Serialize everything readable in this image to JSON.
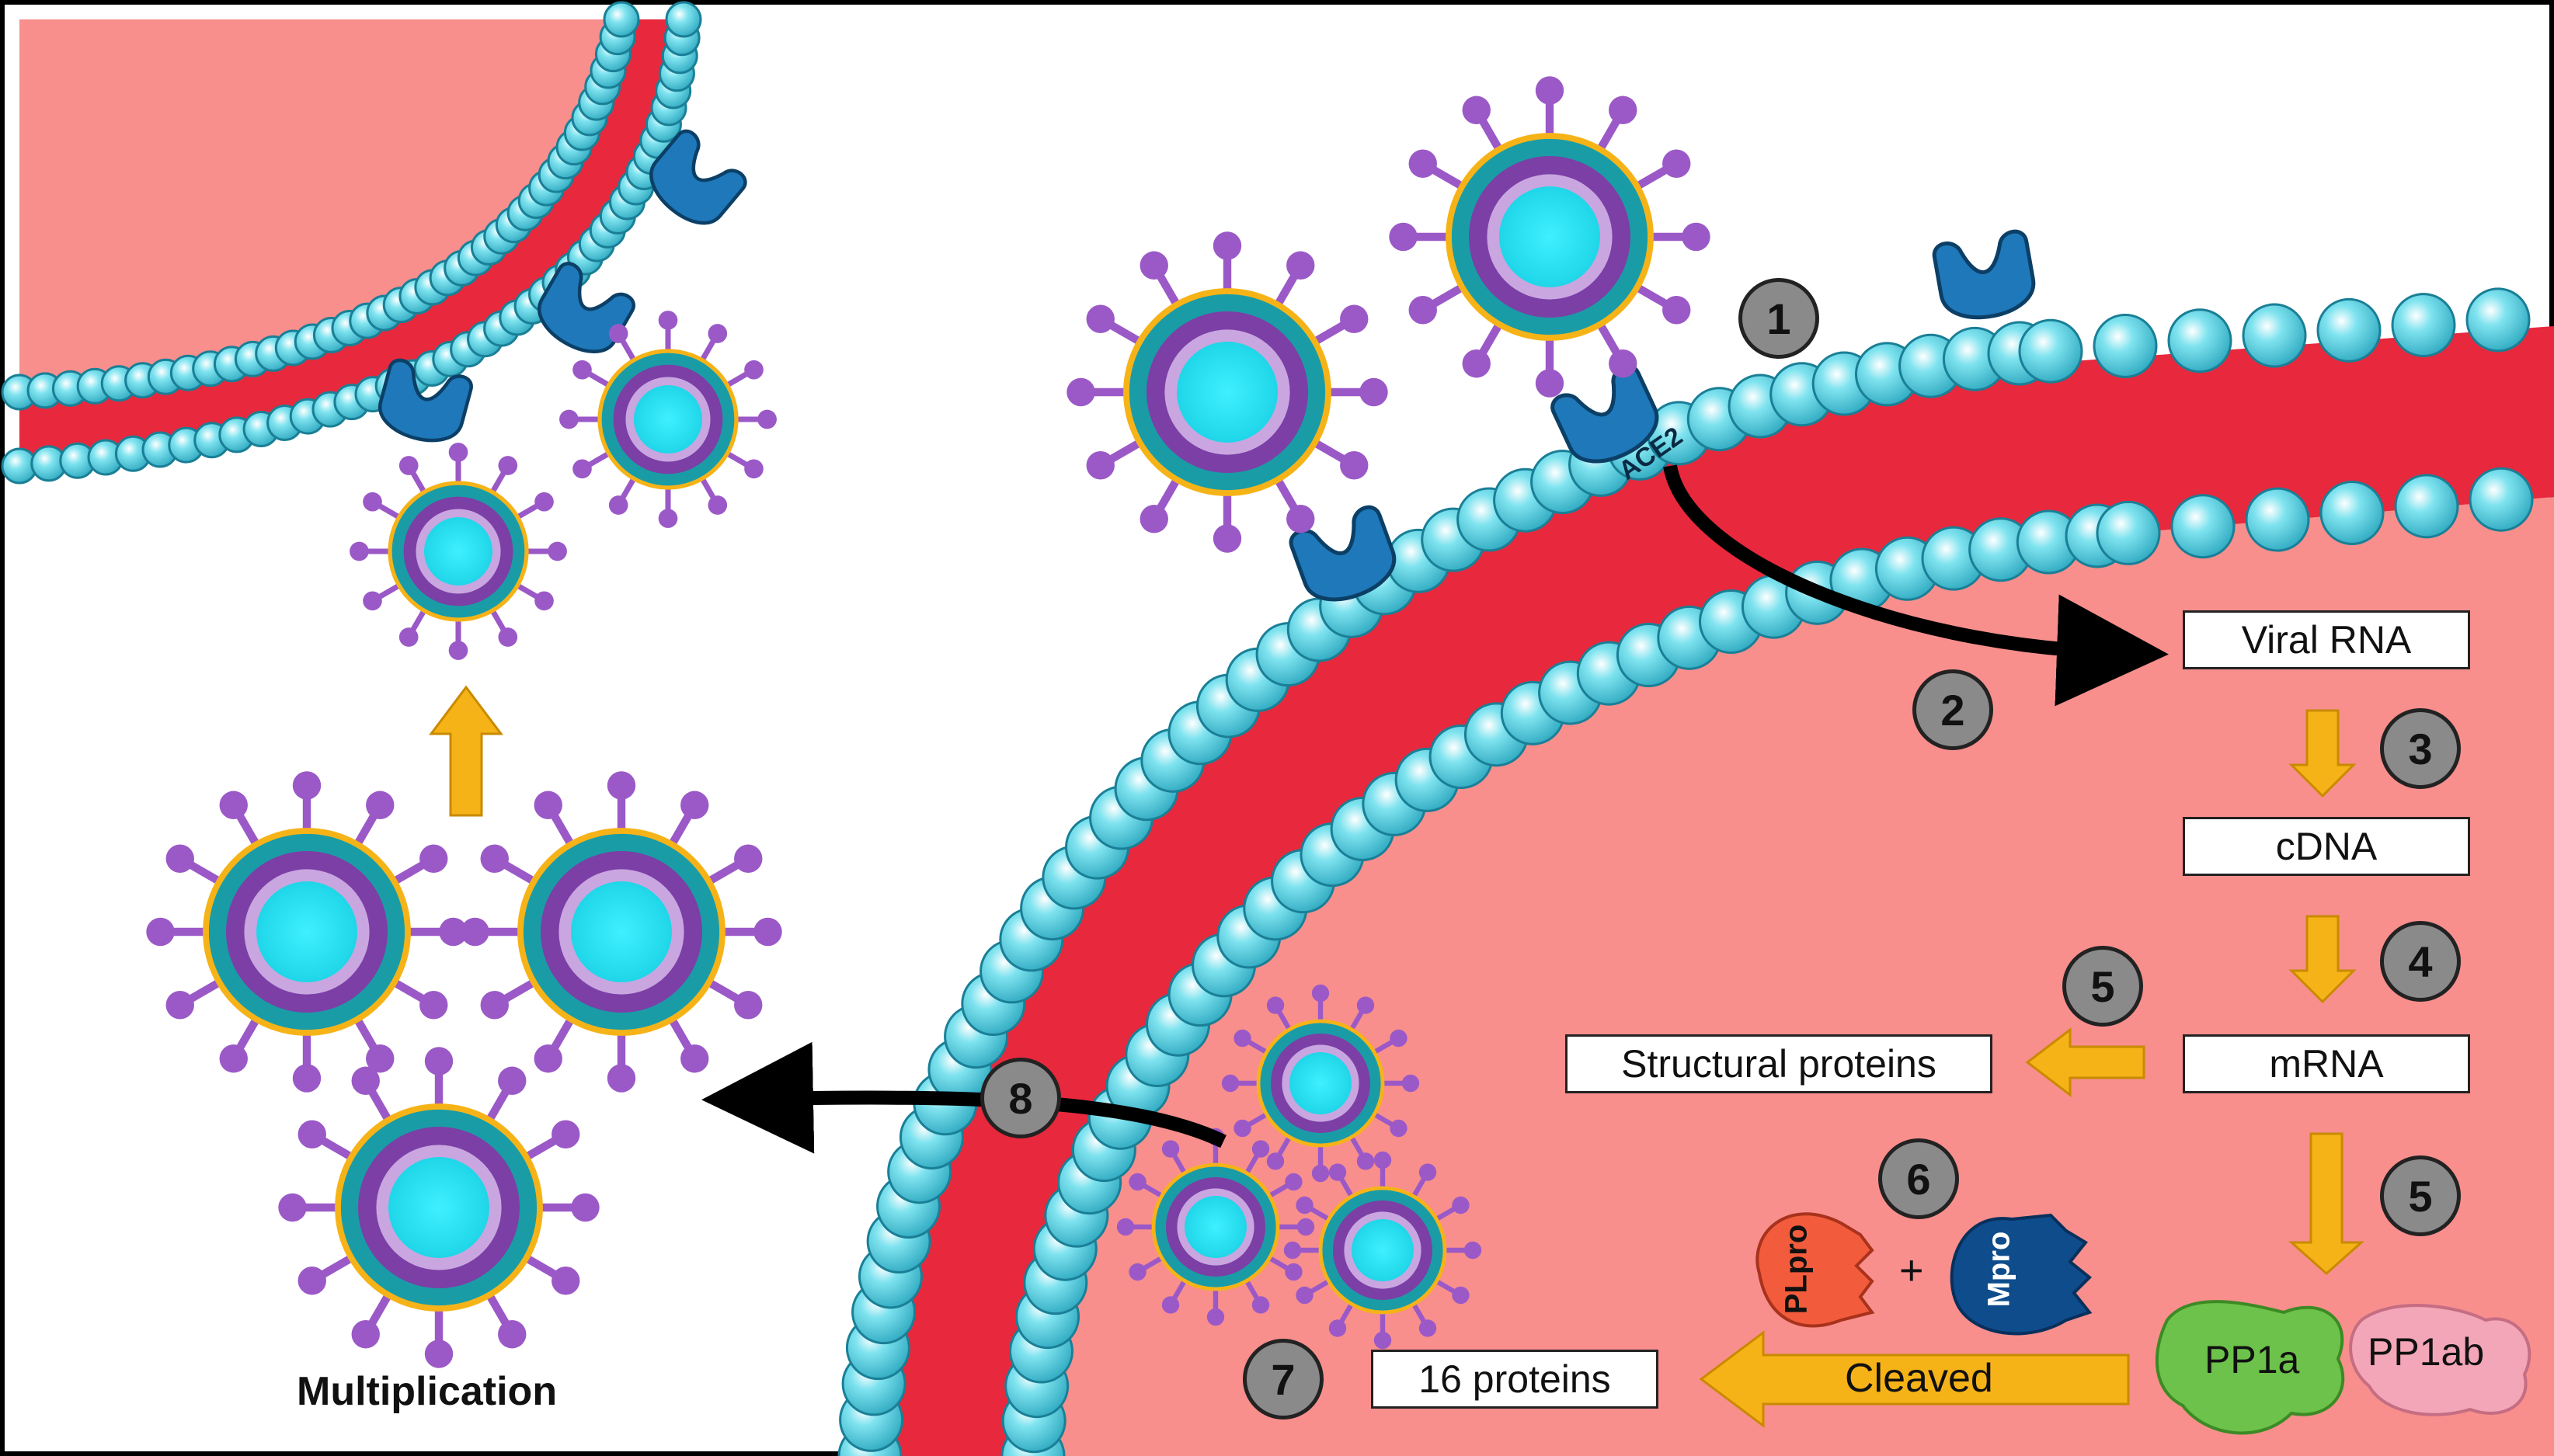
{
  "labels": {
    "receptor": "ACE2",
    "viral_rna": "Viral RNA",
    "cdna": "cDNA",
    "mrna": "mRNA",
    "structural_proteins": "Structural proteins",
    "plpro": "PLpro",
    "plus": "+",
    "mpro": "Mpro",
    "pp1a": "PP1a",
    "pp1ab": "PP1ab",
    "sixteen_proteins": "16 proteins",
    "cleaved": "Cleaved",
    "multiplication": "Multiplication"
  },
  "steps": {
    "s1": "1",
    "s2": "2",
    "s3": "3",
    "s4": "4",
    "s5a": "5",
    "s5b": "5",
    "s6": "6",
    "s7": "7",
    "s8": "8"
  },
  "colors": {
    "cytoplasm": "#f88f8d",
    "membrane": "#e8283c",
    "lipid_head": "#5fd5e5",
    "receptor": "#1e78b9",
    "virus_core": "#34dfee",
    "virus_ring": "#7b3fa6",
    "virus_shell": "#1a9ca6",
    "spike": "#9b59c7",
    "arrow_orange": "#f6b318",
    "arrow_black": "#000000",
    "plpro": "#f25c3c",
    "mpro": "#0f4c8c",
    "pp1a": "#6cc24a",
    "pp1ab": "#f3a6b8"
  }
}
